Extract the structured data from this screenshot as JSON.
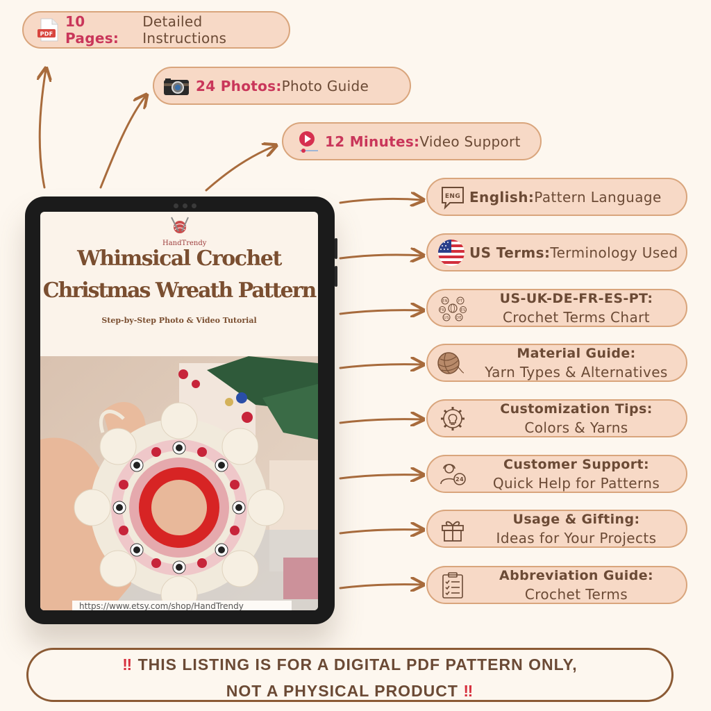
{
  "features_top": [
    {
      "icon": "pdf-icon",
      "icon_text": "PDF",
      "key": "10 Pages:",
      "value": "Detailed Instructions"
    },
    {
      "icon": "camera-icon",
      "key": "24 Photos:",
      "value": " Photo Guide"
    },
    {
      "icon": "video-icon",
      "key": "12 Minutes:",
      "value": "Video Support"
    }
  ],
  "features_right": [
    {
      "icon": "language-icon",
      "icon_text": "ENG",
      "key": "English:",
      "value": " Pattern Language"
    },
    {
      "icon": "us-flag-icon",
      "key": "US Terms:",
      "value": " Terminology Used"
    },
    {
      "icon": "globe-terms-icon",
      "icon_text": [
        "EN",
        "PT",
        "FR",
        "ES",
        "US",
        "DE"
      ],
      "key": "US-UK-DE-FR-ES-PT:",
      "value": "Crochet Terms Chart"
    },
    {
      "icon": "yarn-ball-icon",
      "key": "Material Guide:",
      "value": "Yarn Types & Alternatives"
    },
    {
      "icon": "lightbulb-gear-icon",
      "key": "Customization Tips:",
      "value": "Colors & Yarns"
    },
    {
      "icon": "support-24-icon",
      "icon_text": "24",
      "key": "Customer Support:",
      "value": "Quick Help for Patterns"
    },
    {
      "icon": "gift-icon",
      "key": "Usage & Gifting:",
      "value": "Ideas for Your Projects"
    },
    {
      "icon": "clipboard-checklist-icon",
      "key": "Abbreviation Guide:",
      "value": "Crochet Terms"
    }
  ],
  "cover": {
    "brand": "HandTrendy",
    "title_line1": "Whimsical Crochet",
    "title_line2": "Christmas Wreath Pattern",
    "subtitle": "Step-by-Step Photo & Video Tutorial",
    "url": "https://www.etsy.com/shop/HandTrendy"
  },
  "notice": {
    "mark": "‼",
    "line1": "THIS LISTING IS FOR A DIGITAL PDF PATTERN ONLY,",
    "line2": "NOT A PHYSICAL PRODUCT"
  },
  "colors": {
    "pill_fill": "#f7d9c6",
    "pill_border": "#d9a57c",
    "accent_pink": "#c9365a",
    "brown_text": "#6b4a35",
    "arrow_brown": "#a86b3c"
  }
}
